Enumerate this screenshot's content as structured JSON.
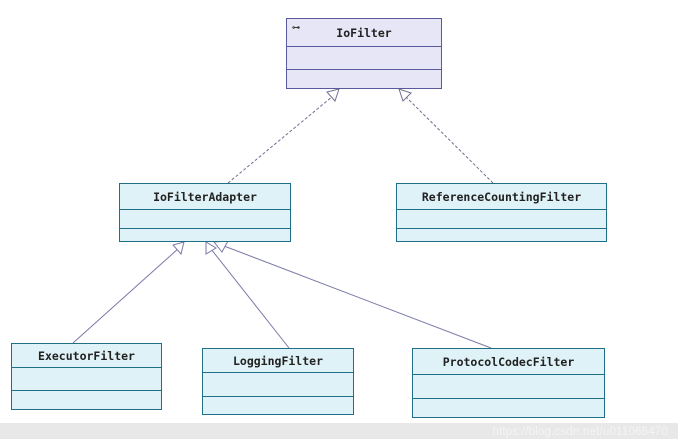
{
  "diagram": {
    "classes": {
      "io_filter": {
        "name": "IoFilter",
        "marker": "⊶"
      },
      "io_filter_adapter": {
        "name": "IoFilterAdapter"
      },
      "reference_counting_filter": {
        "name": "ReferenceCountingFilter"
      },
      "executor_filter": {
        "name": "ExecutorFilter"
      },
      "logging_filter": {
        "name": "LoggingFilter"
      },
      "protocol_codec_filter": {
        "name": "ProtocolCodecFilter"
      }
    },
    "relations": [
      {
        "from": "IoFilterAdapter",
        "to": "IoFilter",
        "kind": "realization"
      },
      {
        "from": "ReferenceCountingFilter",
        "to": "IoFilter",
        "kind": "realization"
      },
      {
        "from": "ExecutorFilter",
        "to": "IoFilterAdapter",
        "kind": "generalization"
      },
      {
        "from": "LoggingFilter",
        "to": "IoFilterAdapter",
        "kind": "generalization"
      },
      {
        "from": "ProtocolCodecFilter",
        "to": "IoFilterAdapter",
        "kind": "generalization"
      }
    ],
    "colors": {
      "interface_fill": "#e6e6f6",
      "class_fill": "#dff2f7",
      "border": "#1f6f86",
      "connector": "#7a7aa8"
    }
  },
  "watermark": "https://blog.csdn.net/u011066470"
}
